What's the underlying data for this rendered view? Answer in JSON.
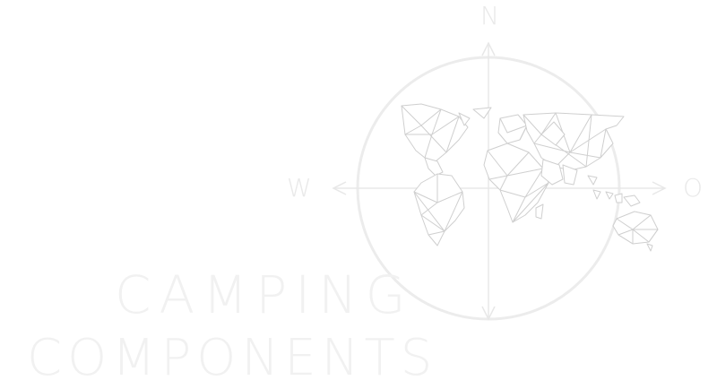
{
  "logo": {
    "brand_line_1": "CAMPING",
    "brand_line_2": "COMPONENTS",
    "compass": {
      "north": "N",
      "west": "W",
      "east": "O"
    },
    "icons": [
      "compass-rose-icon",
      "world-map-icon"
    ],
    "colors": {
      "background": "#ffffff",
      "lines": "#e4e4e4",
      "text": "#f0f0f0"
    }
  }
}
